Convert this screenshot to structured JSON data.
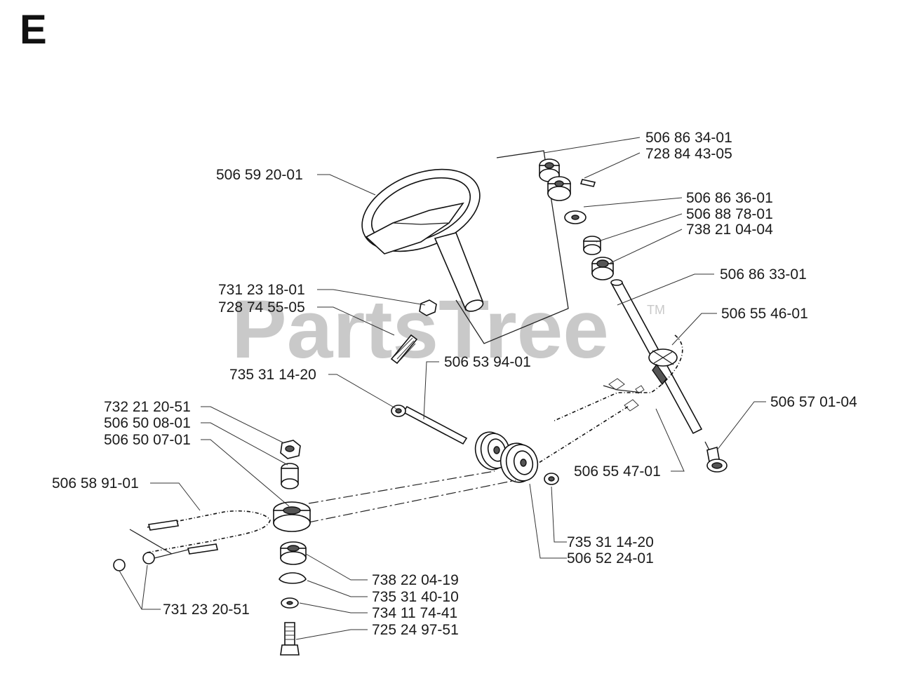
{
  "section_letter": "E",
  "watermark": {
    "text": "PartsTree",
    "trademark": "TM"
  },
  "part_labels": {
    "p1": "506 86 34-01",
    "p2": "728 84 43-05",
    "p3": "506 59 20-01",
    "p4": "506 86 36-01",
    "p5": "506 88 78-01",
    "p6": "738 21 04-04",
    "p7": "506 86 33-01",
    "p8": "731 23 18-01",
    "p9": "728 74 55-05",
    "p10": "506 55 46-01",
    "p11": "735 31 14-20",
    "p12": "506 53 94-01",
    "p13": "732 21 20-51",
    "p14": "506 57 01-04",
    "p15": "506 50 08-01",
    "p16": "506 50 07-01",
    "p17": "506 58 91-01",
    "p18": "506 55 47-01",
    "p19": "735 31 14-20",
    "p20": "506 52 24-01",
    "p21": "738 22 04-19",
    "p22": "735 31 40-10",
    "p23": "731 23 20-51",
    "p24": "734 11 74-41",
    "p25": "725 24 97-51"
  }
}
